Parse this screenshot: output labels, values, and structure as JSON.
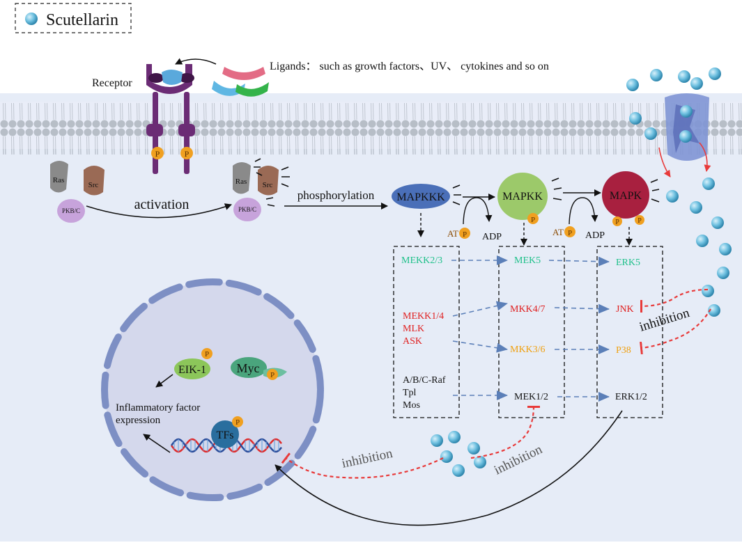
{
  "legend": {
    "label": "Scutellarin"
  },
  "membrane": {
    "receptor_label": "Receptor",
    "ligands_label": "Ligands： such as growth factors、UV、 cytokines and so on"
  },
  "upstream": {
    "ras": "Ras",
    "src": "Src",
    "pkb": "PKB/C",
    "activation": "activation",
    "phosphorylation": "phosphorylation"
  },
  "cascade": {
    "mapkkk": "MAPKKK",
    "mapkk": "MAPKK",
    "mapk": "MAPK",
    "atp_prefix": "AT",
    "p": "P",
    "adp": "ADP"
  },
  "boxes": {
    "kkk": {
      "mekk23": "MEKK2/3",
      "mekk14": "MEKK1/4",
      "mlk": "MLK",
      "ask": "ASK",
      "raf": "A/B/C-Raf",
      "tpl": "Tpl",
      "mos": "Mos"
    },
    "kk": {
      "mek5": "MEK5",
      "mkk47": "MKK4/7",
      "mkk36": "MKK3/6",
      "mek12": "MEK1/2"
    },
    "k": {
      "erk5": "ERK5",
      "jnk": "JNK",
      "p38": "P38",
      "erk12": "ERK1/2"
    }
  },
  "nucleus": {
    "elk1": "EIK-1",
    "myc": "Myc",
    "tfs": "TFs",
    "inflammatory": "Inflammatory factor",
    "expression": "expression"
  },
  "inhibition": {
    "right": "inhibition",
    "bottom_left": "inhibition",
    "bottom_mid": "inhibition"
  },
  "colors": {
    "erk5_branch": "#1fc08a",
    "jnk_branch": "#e02020",
    "p38_branch": "#f0a010",
    "inhibition": "#e83a3a",
    "dashed_arrow": "#5b7fb8",
    "cytoplasm": "#e6ecf7",
    "nucleus": "#d4d8ec",
    "nuclear_envelope": "#7d8fc4",
    "scutellarin": "#5aaed1"
  }
}
